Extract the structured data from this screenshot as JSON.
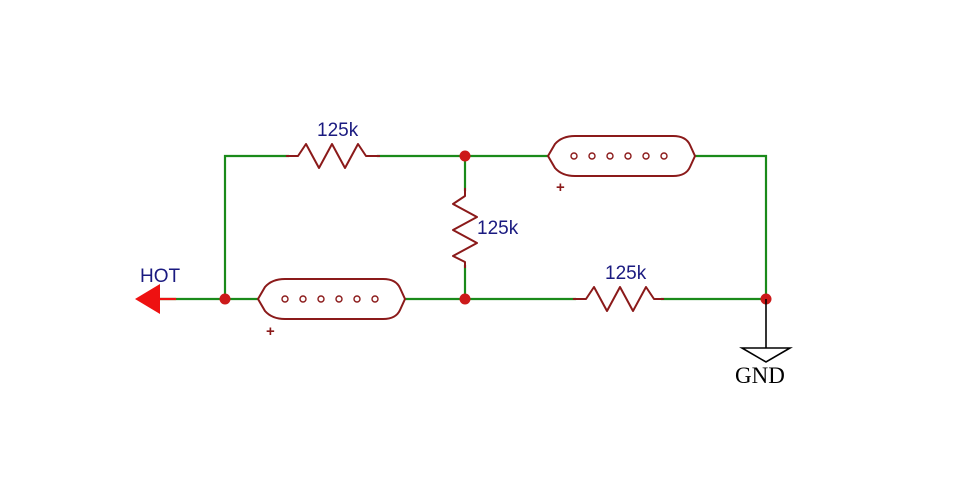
{
  "schematic": {
    "colors": {
      "wire": "#1a8a1a",
      "component": "#8b1a1a",
      "node": "#cc1a1a",
      "label": "#1a1a80",
      "hot_port": "#ee1111",
      "ground": "#000000"
    },
    "hot_label": "HOT",
    "gnd_label": "GND",
    "resistors": [
      {
        "value": "125k"
      },
      {
        "value": "125k"
      },
      {
        "value": "125k"
      }
    ],
    "pickups": [
      {
        "polarity": "+"
      },
      {
        "polarity": "+"
      }
    ]
  }
}
